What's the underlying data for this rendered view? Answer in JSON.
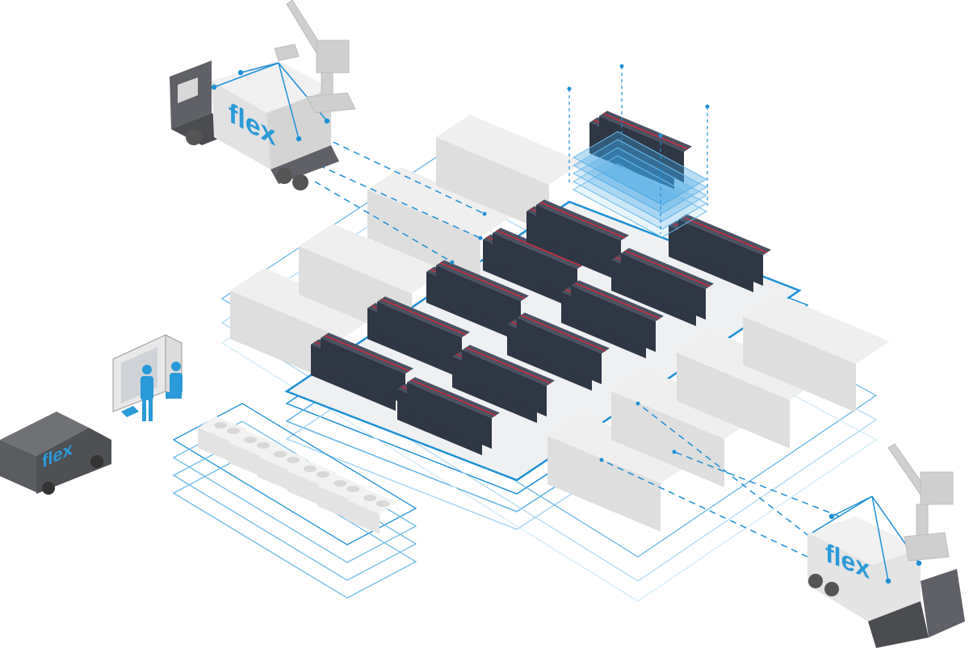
{
  "logos": {
    "truck_top": "flex",
    "van": "flex",
    "truck_bottom": "flex"
  },
  "colors": {
    "accent_blue": "#1e90d6",
    "rack_dark": "#2f3644",
    "rack_stripe": "#d0283a",
    "container_gray": "#e4e4e4",
    "vehicle_gray": "#5f6166"
  }
}
